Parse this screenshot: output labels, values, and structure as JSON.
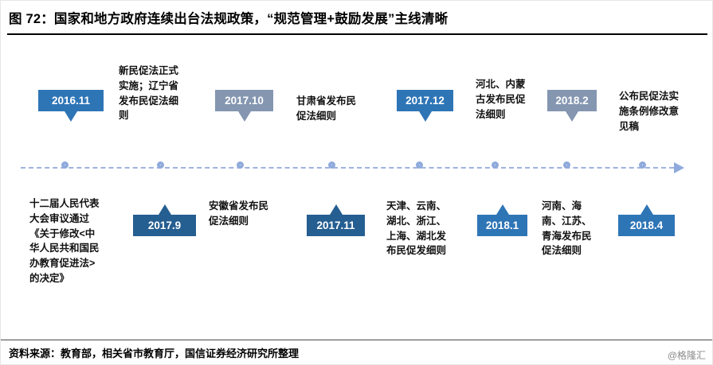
{
  "title": "图 72：国家和地方政府连续出台法规政策，“规范管理+鼓励发展”主线清晰",
  "footer": {
    "source": "资料来源：教育部，相关省市教育厅，国信证券经济研究所整理",
    "watermark": "@格隆汇"
  },
  "colors": {
    "badge_blue": "#2E75B6",
    "badge_dark_blue": "#255E91",
    "badge_gray_blue": "#8496B0",
    "timeline_accent": "#8FAADC"
  },
  "timeline": {
    "type": "timeline",
    "direction": "left-to-right",
    "events": [
      {
        "date": "2016.11",
        "badge_side": "above",
        "badge_color": "#2E75B6",
        "description": "十二届人民代表大会审议通过《关于修改<中华人民共和国民办教育促进法>的决定》"
      },
      {
        "date": "2017.9",
        "badge_side": "below",
        "badge_color": "#255E91",
        "description": "新民促法正式实施；辽宁省发布民促法细则"
      },
      {
        "date": "2017.10",
        "badge_side": "above",
        "badge_color": "#8496B0",
        "description": "安徽省发布民促法细则"
      },
      {
        "date": "2017.11",
        "badge_side": "below",
        "badge_color": "#255E91",
        "description": "甘肃省发布民促法细则"
      },
      {
        "date": "2017.12",
        "badge_side": "above",
        "badge_color": "#2E75B6",
        "description": "天津、云南、湖北、浙江、上海、湖北发布民促发细则"
      },
      {
        "date": "2018.1",
        "badge_side": "below",
        "badge_color": "#2E75B6",
        "description": "河北、内蒙古发布民促法细则"
      },
      {
        "date": "2018.2",
        "badge_side": "above",
        "badge_color": "#8496B0",
        "description": "河南、海南、江苏、青海发布民促法细则"
      },
      {
        "date": "2018.4",
        "badge_side": "below",
        "badge_color": "#2E75B6",
        "description": "公布民促法实施条例修改意见稿"
      }
    ]
  }
}
